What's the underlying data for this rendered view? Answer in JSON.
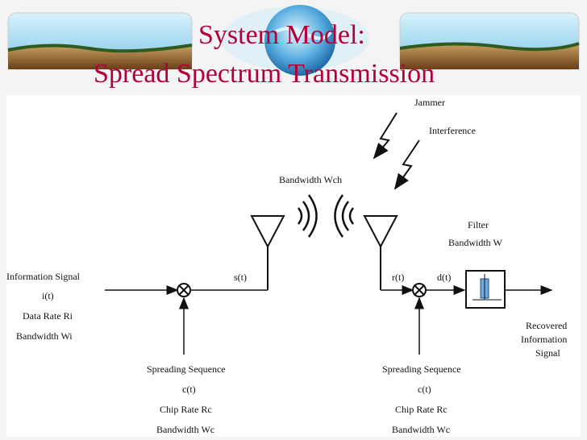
{
  "slide": {
    "title_line1": "System Model:",
    "title_line2": "Spread Spectrum Transmission"
  },
  "diagram": {
    "jammer": "Jammer",
    "interference": "Interference",
    "bandwidth_channel": "Bandwidth Wch",
    "filter": "Filter",
    "filter_bandwidth": "Bandwidth W",
    "info_signal": "Information Signal",
    "info_it": "i(t)",
    "info_rate": "Data Rate Ri",
    "info_bw": "Bandwidth Wi",
    "st": "s(t)",
    "rt": "r(t)",
    "dt": "d(t)",
    "recovered_1": "Recovered",
    "recovered_2": "Information",
    "recovered_3": "Signal",
    "tx_seq": "Spreading Sequence",
    "tx_ct": "c(t)",
    "tx_rate": "Chip Rate Rc",
    "tx_bw": "Bandwidth Wc",
    "rx_seq": "Spreading Sequence",
    "rx_ct": "c(t)",
    "rx_rate": "Chip Rate Rc",
    "rx_bw": "Bandwidth Wc"
  },
  "colors": {
    "title": "#b1003a",
    "sky": "#9fd8f0",
    "ground": "#8a5a2a",
    "globe": "#3a8fd0"
  }
}
